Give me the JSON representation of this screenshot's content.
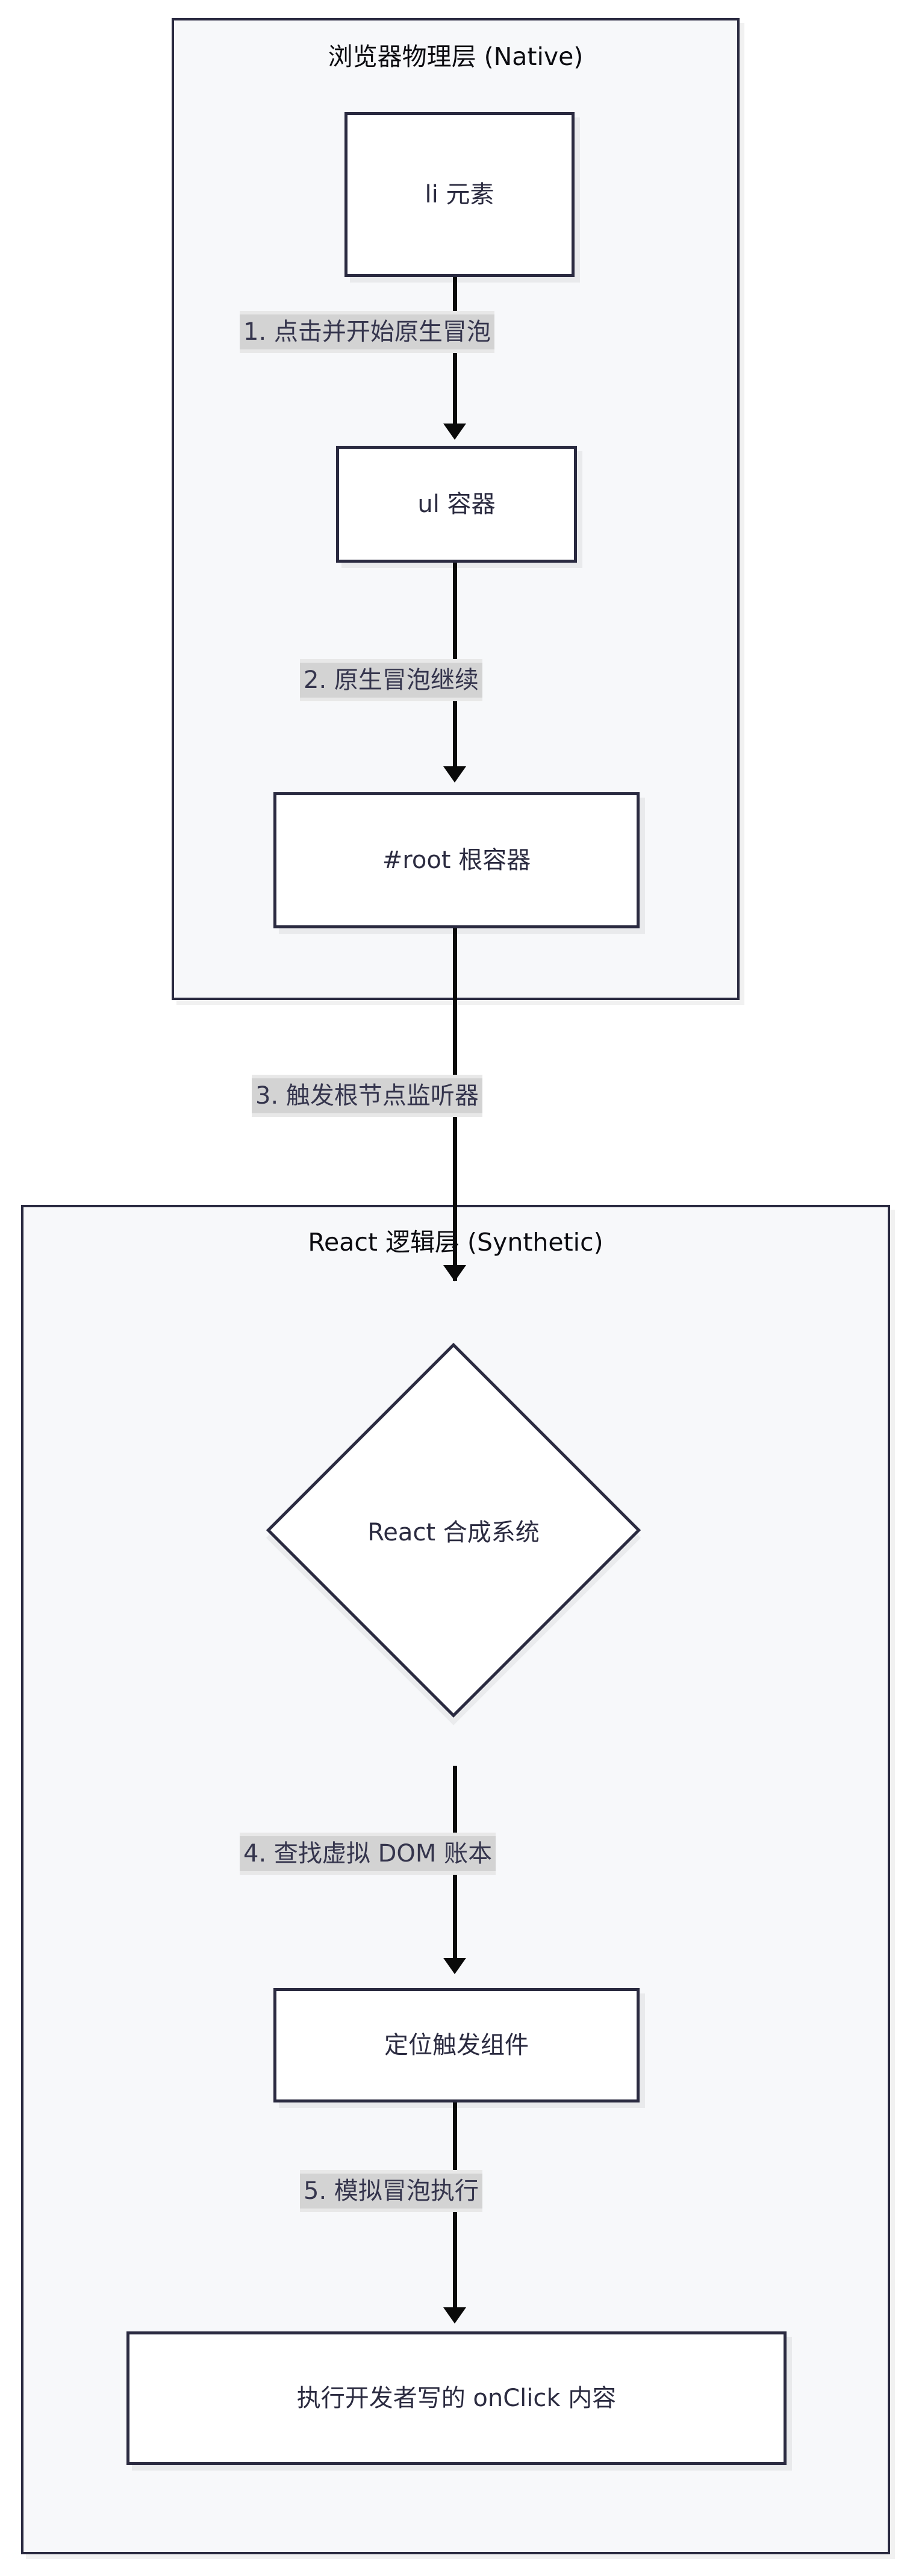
{
  "diagram": {
    "type": "flowchart",
    "direction": "top-down",
    "title_native": "浏览器物理层 (Native)",
    "title_react": "React 逻辑层 (Synthetic)",
    "colors": {
      "node_border": "#2a2a40",
      "node_fill": "#ffffff",
      "subgraph_fill": "#f7f8fa",
      "subgraph_border": "#2a2a40",
      "edge_stroke": "#0a0a0a",
      "edge_label_bg": "#d3d3d3",
      "edge_label_text": "#35354d",
      "node_text": "#2b2b40"
    },
    "subgraphs": [
      {
        "id": "native",
        "label": "浏览器物理层 (Native)",
        "nodes": [
          {
            "id": "li",
            "shape": "rect",
            "label": "li 元素"
          },
          {
            "id": "ul",
            "shape": "rect",
            "label": "ul 容器"
          },
          {
            "id": "root",
            "shape": "rect",
            "label": "#root 根容器"
          }
        ]
      },
      {
        "id": "react",
        "label": "React 逻辑层 (Synthetic)",
        "nodes": [
          {
            "id": "synthetic",
            "shape": "diamond",
            "label": "React 合成系统"
          },
          {
            "id": "locate",
            "shape": "rect",
            "label": "定位触发组件"
          },
          {
            "id": "onclick",
            "shape": "rect",
            "label": "执行开发者写的 onClick 内容"
          }
        ]
      }
    ],
    "edges": [
      {
        "from": "li",
        "to": "ul",
        "label": "1. 点击并开始原生冒泡"
      },
      {
        "from": "ul",
        "to": "root",
        "label": "2. 原生冒泡继续"
      },
      {
        "from": "root",
        "to": "synthetic",
        "label": "3. 触发根节点监听器"
      },
      {
        "from": "synthetic",
        "to": "locate",
        "label": "4. 查找虚拟 DOM 账本"
      },
      {
        "from": "locate",
        "to": "onclick",
        "label": "5. 模拟冒泡执行"
      }
    ]
  }
}
